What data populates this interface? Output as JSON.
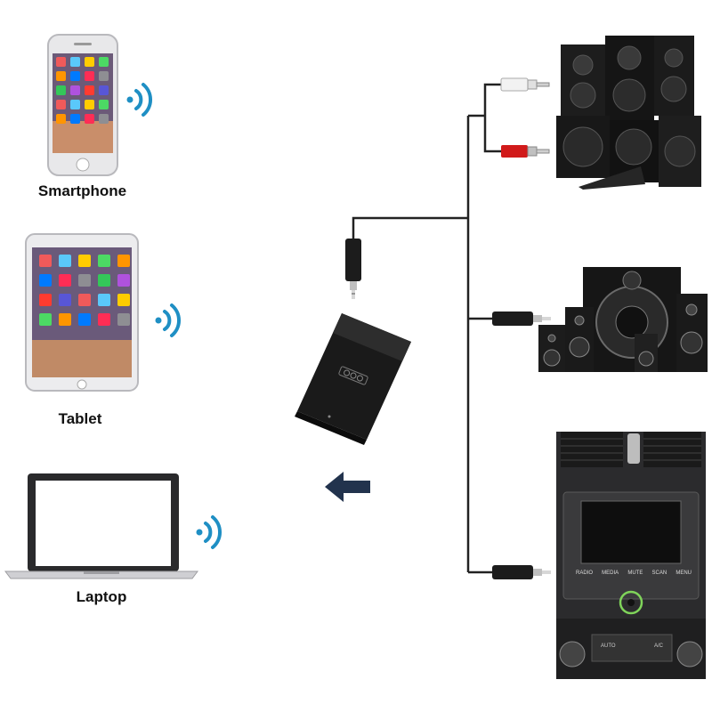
{
  "devices": {
    "smartphone": {
      "label": "Smartphone"
    },
    "tablet": {
      "label": "Tablet"
    },
    "laptop": {
      "label": "Laptop"
    }
  },
  "car_stereo": {
    "buttons": [
      "RADIO",
      "MEDIA",
      "MUTE",
      "SCAN",
      "MENU"
    ],
    "bottom_buttons": [
      "AUTO",
      "A/C"
    ]
  },
  "icons": {
    "wireless": "wifi-signal-icon",
    "arrow": "arrow-left-icon"
  },
  "colors": {
    "wifi_blue": "#1f8fc4",
    "arrow_navy": "#22334d",
    "cable": "#222222",
    "rca_red": "#d11a1a",
    "aux_highlight": "#7fd35a"
  }
}
